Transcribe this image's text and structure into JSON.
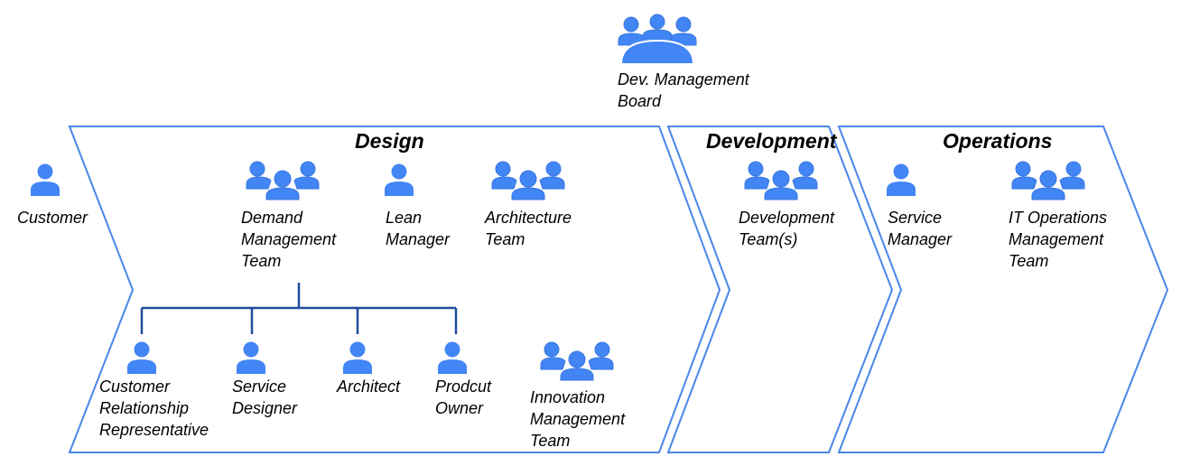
{
  "colors": {
    "icon_fill": "#4285F4",
    "icon_stroke": "#3B78DE",
    "chevron_stroke": "#4A86E8",
    "connector": "#1F4E9C",
    "text": "#000000"
  },
  "board": {
    "label": "Dev. Management\nBoard",
    "icon": "meeting-table-group-icon"
  },
  "phases": [
    {
      "id": "design",
      "title": "Design"
    },
    {
      "id": "development",
      "title": "Development"
    },
    {
      "id": "operations",
      "title": "Operations"
    }
  ],
  "outside": {
    "customer": {
      "label": "Customer",
      "icon": "person-icon"
    }
  },
  "design": {
    "demand_team": {
      "label": "Demand\nManagement\nTeam",
      "icon": "group-icon"
    },
    "lean_manager": {
      "label": "Lean\nManager",
      "icon": "person-icon"
    },
    "architecture_team": {
      "label": "Architecture\nTeam",
      "icon": "group-icon"
    },
    "reports": [
      {
        "label": "Customer\nRelationship\nRepresentative",
        "icon": "person-icon"
      },
      {
        "label": "Service\nDesigner",
        "icon": "person-icon"
      },
      {
        "label": "Architect",
        "icon": "person-icon"
      },
      {
        "label": "Prodcut\nOwner",
        "icon": "person-icon"
      }
    ],
    "innovation_team": {
      "label": "Innovation\nManagement\nTeam",
      "icon": "group-icon"
    }
  },
  "development": {
    "dev_teams": {
      "label": "Development\nTeam(s)",
      "icon": "group-icon"
    }
  },
  "operations": {
    "service_manager": {
      "label": "Service\nManager",
      "icon": "person-icon"
    },
    "it_ops_team": {
      "label": "IT Operations\nManagement\nTeam",
      "icon": "group-icon"
    }
  }
}
